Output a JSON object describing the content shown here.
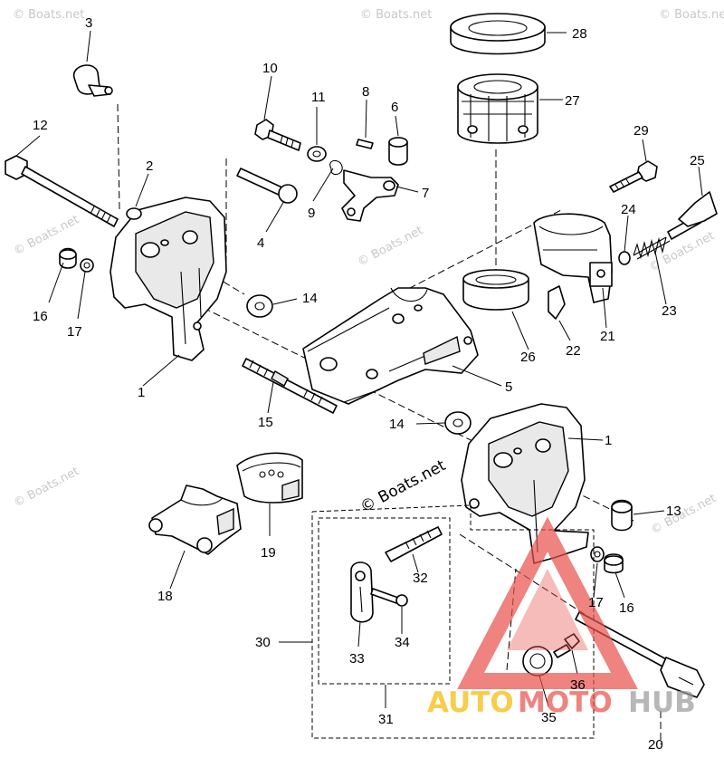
{
  "watermark": {
    "text": "© Boats.net",
    "center_text": "© Boats.net"
  },
  "logo": {
    "part1": "AUTO",
    "part2": "MOTO",
    "part3": "HUB",
    "color_orange": "#f5b800",
    "color_red": "#e8504a",
    "color_gray": "#999999"
  },
  "callouts": {
    "c1a": "1",
    "c1b": "1",
    "c2": "2",
    "c3": "3",
    "c4": "4",
    "c5": "5",
    "c6": "6",
    "c7": "7",
    "c8": "8",
    "c9": "9",
    "c10": "10",
    "c11": "11",
    "c12": "12",
    "c13": "13",
    "c14a": "14",
    "c14b": "14",
    "c15": "15",
    "c16a": "16",
    "c16b": "16",
    "c17a": "17",
    "c17b": "17",
    "c18": "18",
    "c19": "19",
    "c20": "20",
    "c21": "21",
    "c22": "22",
    "c23": "23",
    "c24": "24",
    "c25": "25",
    "c26": "26",
    "c27": "27",
    "c28": "28",
    "c29": "29",
    "c30": "30",
    "c31": "31",
    "c32": "32",
    "c33": "33",
    "c34": "34",
    "c35": "35",
    "c36": "36"
  }
}
